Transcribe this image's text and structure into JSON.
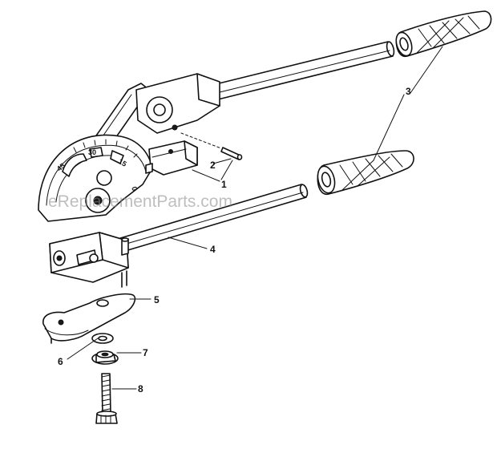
{
  "diagram": {
    "callouts": [
      {
        "id": "callout-1",
        "label": "1"
      },
      {
        "id": "callout-2",
        "label": "2"
      },
      {
        "id": "callout-3",
        "label": "3"
      },
      {
        "id": "callout-4",
        "label": "4"
      },
      {
        "id": "callout-5",
        "label": "5"
      },
      {
        "id": "callout-6",
        "label": "6"
      },
      {
        "id": "callout-7",
        "label": "7"
      },
      {
        "id": "callout-8",
        "label": "8"
      }
    ],
    "scale_marks": [
      "45",
      "30",
      "15",
      "0"
    ],
    "watermark": "eReplacementParts.com"
  }
}
